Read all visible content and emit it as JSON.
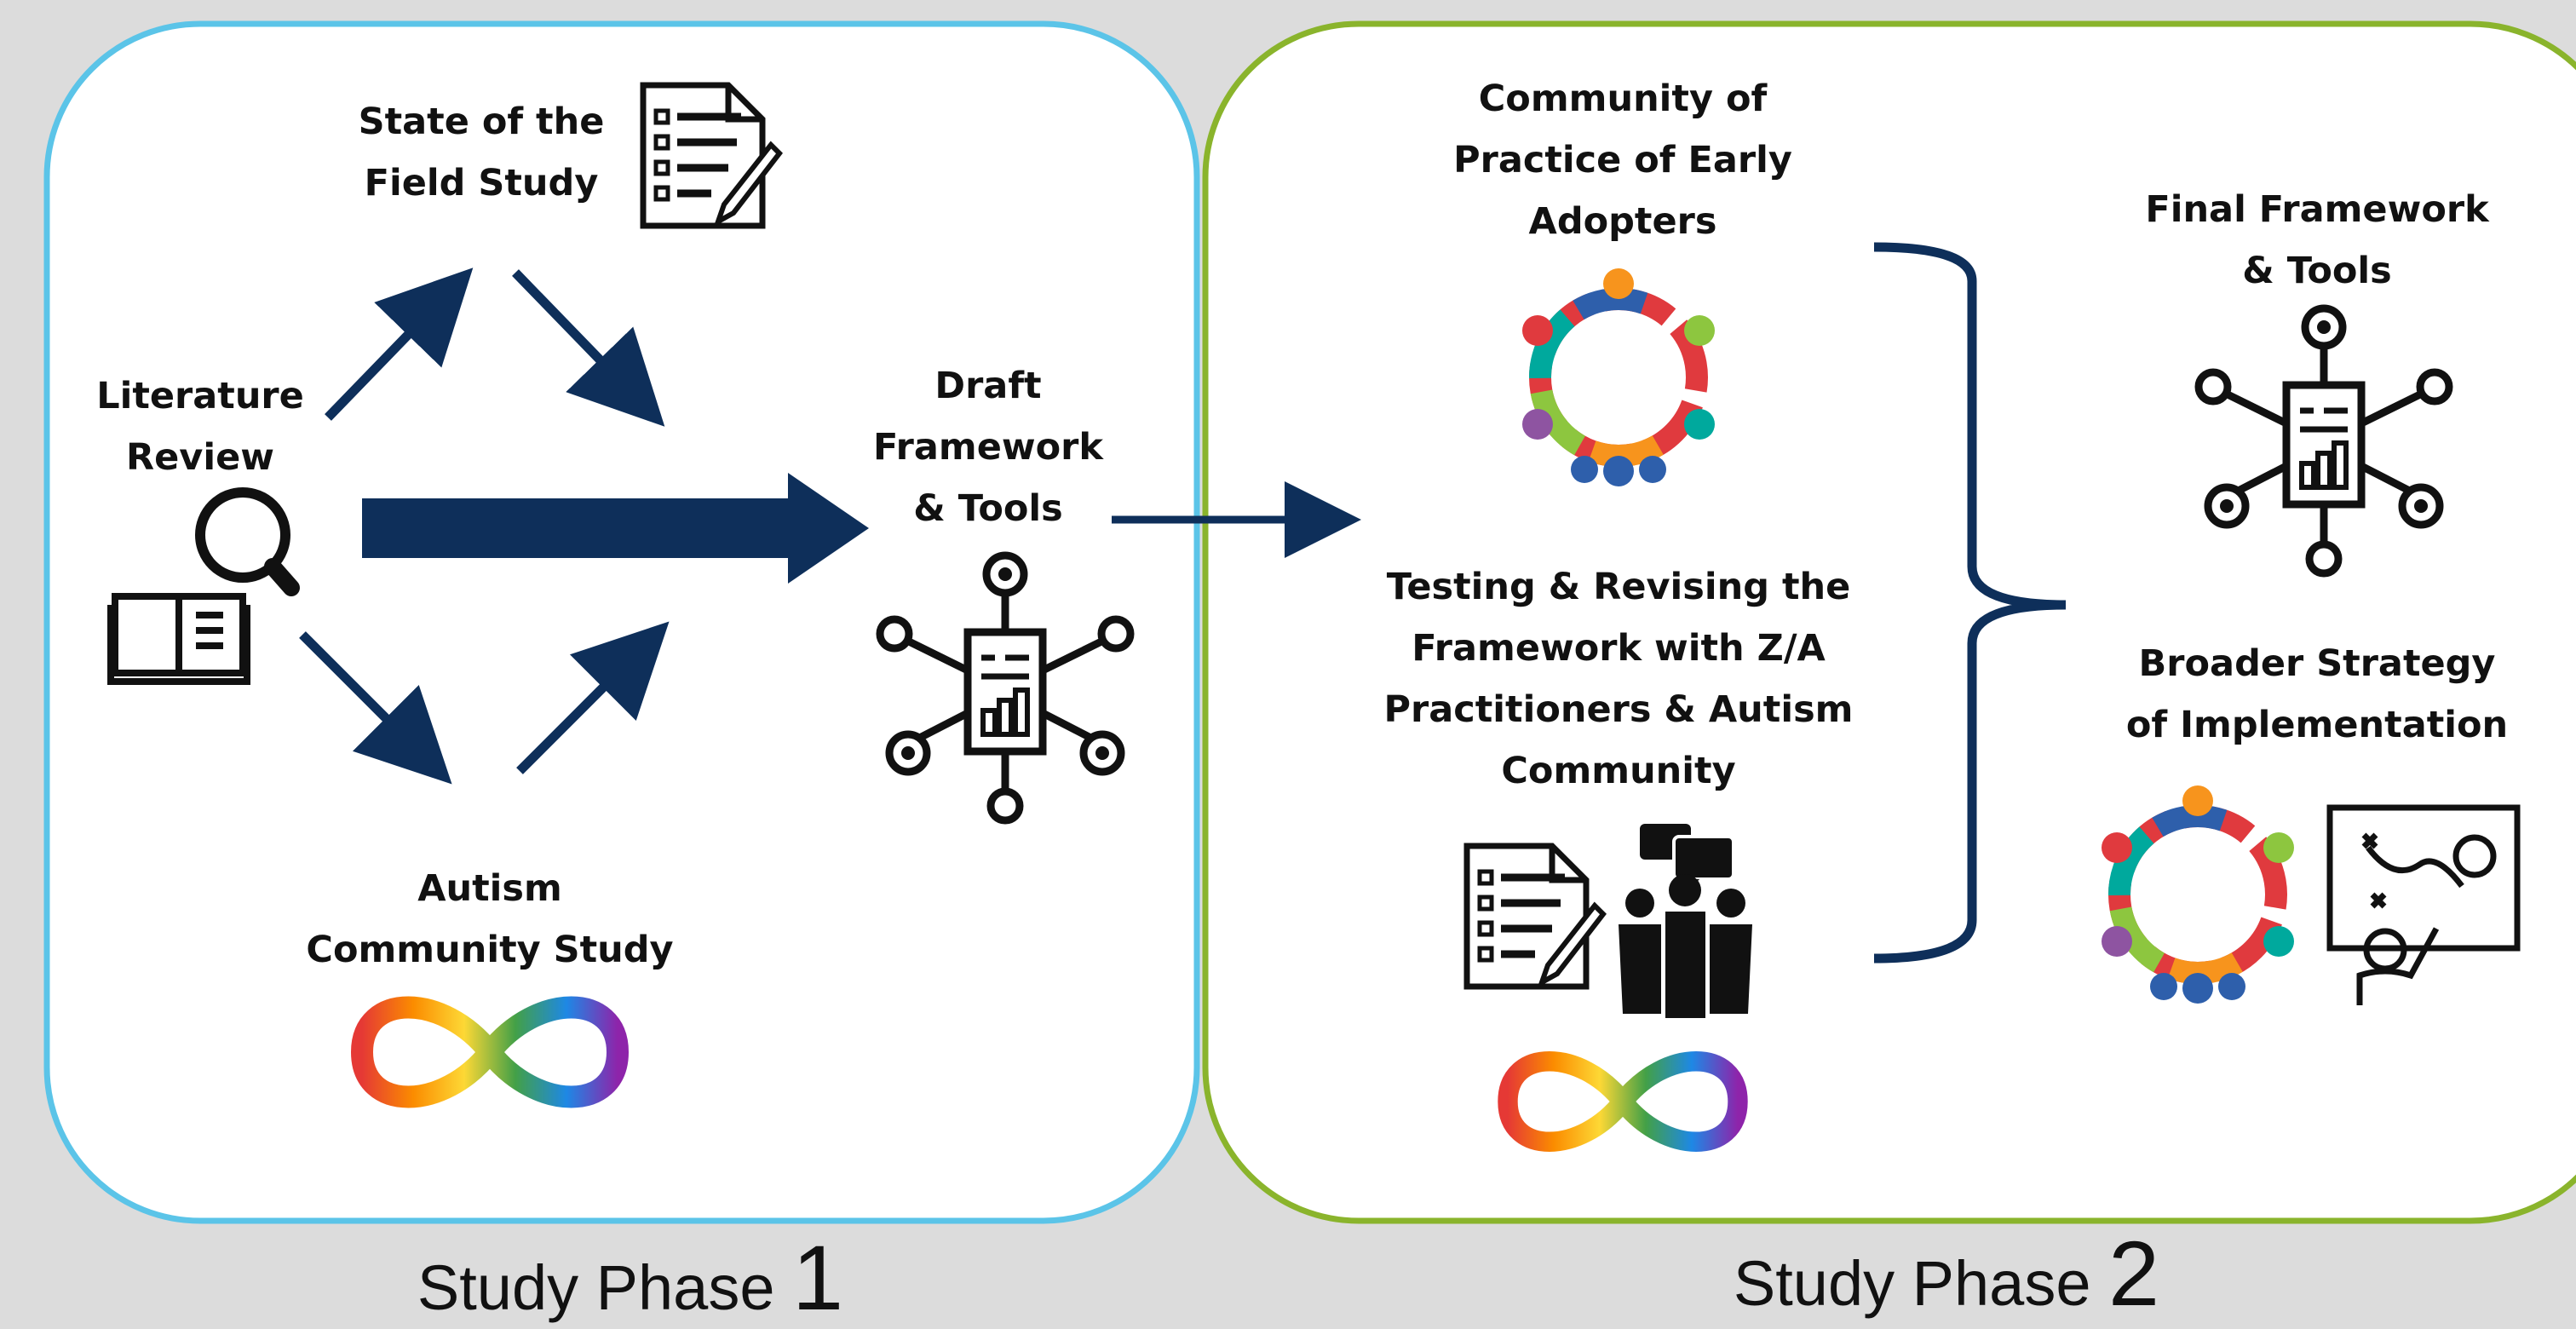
{
  "diagram": {
    "phase1": {
      "label_text": "Study Phase ",
      "label_number": "1",
      "border_color": "#5bc4e8"
    },
    "phase2": {
      "label_text": "Study Phase ",
      "label_number": "2",
      "border_color": "#8ab42c"
    },
    "nodes": {
      "literature_review": "Literature\nReview",
      "state_of_field": "State of the\nField Study",
      "autism_community_study": "Autism\nCommunity Study",
      "draft_framework": "Draft\nFramework\n& Tools",
      "community_of_practice": "Community of\nPractice of Early\nAdopters",
      "testing_revising": "Testing & Revising the\nFramework with Z/A\nPractitioners & Autism\nCommunity",
      "final_framework": "Final Framework\n& Tools",
      "broader_strategy": "Broader Strategy\nof Implementation"
    },
    "icons": [
      "magnifying-glass-icon",
      "open-book-icon",
      "checklist-document-icon",
      "rainbow-infinity-icon",
      "framework-network-icon",
      "community-circle-icon",
      "group-discussion-icon",
      "strategy-board-icon"
    ],
    "colors": {
      "arrow": "#0e2f5a",
      "community_circle": [
        "#e03a3e",
        "#f7941d",
        "#8dc63f",
        "#00a99d",
        "#2e5fab",
        "#8e54a1"
      ]
    }
  }
}
